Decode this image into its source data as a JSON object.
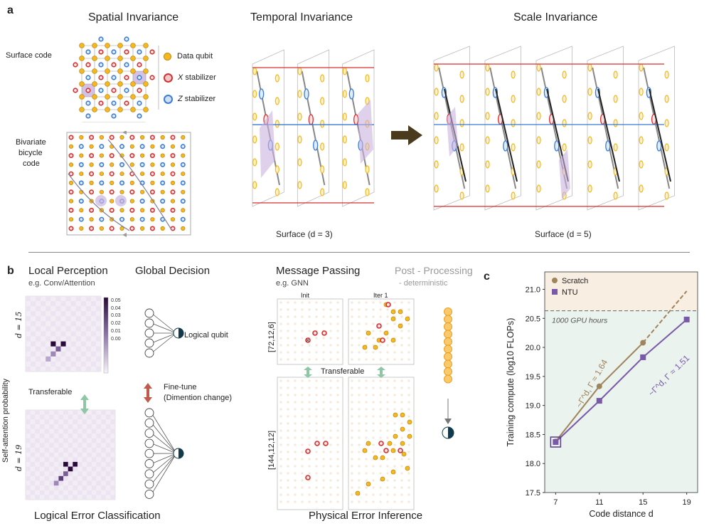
{
  "panel_a": {
    "letter": "a",
    "spatial": {
      "title": "Spatial Invariance",
      "surface_label": "Surface code",
      "bb_label_1": "Bivariate",
      "bb_label_2": "bicycle",
      "bb_label_3": "code",
      "legend": [
        {
          "label": "Data qubit",
          "color": "#f5b820"
        },
        {
          "label_prefix": "X",
          "label": " stabilizer",
          "color": "#d62f2f"
        },
        {
          "label_prefix": "Z",
          "label": " stabilizer",
          "color": "#3a7bd5"
        }
      ]
    },
    "temporal": {
      "title": "Temporal Invariance",
      "caption": "Surface (d = 3)"
    },
    "scale": {
      "title": "Scale Invariance",
      "caption": "Surface (d = 5)"
    }
  },
  "panel_b": {
    "letter": "b",
    "local": {
      "title": "Local Perception",
      "subtitle": "e.g. Conv/Attention",
      "d15": "d = 15",
      "d19": "d = 19",
      "transferable": "Transferable",
      "ylabel": "Self-attention probability",
      "colorbar_ticks": [
        "0.05",
        "0.04",
        "0.03",
        "0.02",
        "0.01",
        "0.00"
      ]
    },
    "global": {
      "title": "Global Decision",
      "logical_qubit": "Logical qubit",
      "finetune_1": "Fine-tune",
      "finetune_2": "(Dimention change)"
    },
    "bottom_label_left": "Logical Error Classification",
    "message": {
      "title": "Message Passing",
      "subtitle": "e.g. GNN",
      "init": "Init",
      "iter": "Iter 1",
      "code_top": "[72,12,6]",
      "code_bottom": "[144,12,12]",
      "transferable": "Transferable"
    },
    "post": {
      "title": "Post - Processing",
      "subtitle": "- deterministic"
    },
    "bottom_label_right": "Physical Error Inference"
  },
  "panel_c": {
    "letter": "c",
    "ylabel": "Training compute (log10 FLOPs)",
    "xlabel": "Code distance d",
    "gpu_label": "1000 GPU hours",
    "fit_scratch": "~Γ^d, Γ ≈ 1.64",
    "fit_ntu": "~Γ^d, Γ ≈ 1.51"
  },
  "chart_data": {
    "type": "line",
    "xlabel": "Code distance d",
    "ylabel": "Training compute (log10 FLOPs)",
    "x": [
      7,
      11,
      15,
      19
    ],
    "ylim": [
      17.5,
      21.3
    ],
    "xlim": [
      6,
      20
    ],
    "yticks": [
      17.5,
      18.0,
      18.5,
      19.0,
      19.5,
      20.0,
      20.5,
      21.0
    ],
    "xticks": [
      7,
      11,
      15,
      19
    ],
    "threshold": 20.63,
    "series": [
      {
        "name": "Scratch",
        "color": "#a0845c",
        "marker": "circle",
        "x": [
          7,
          11,
          15
        ],
        "values": [
          18.38,
          19.33,
          20.08
        ],
        "extrap_x": [
          15,
          19
        ],
        "extrap_values": [
          20.08,
          20.97
        ]
      },
      {
        "name": "NTU",
        "color": "#7a5aa8",
        "marker": "square",
        "x": [
          7,
          11,
          15,
          19
        ],
        "values": [
          18.37,
          19.08,
          19.83,
          20.48
        ]
      }
    ],
    "legend": "top-left",
    "grid": false
  }
}
